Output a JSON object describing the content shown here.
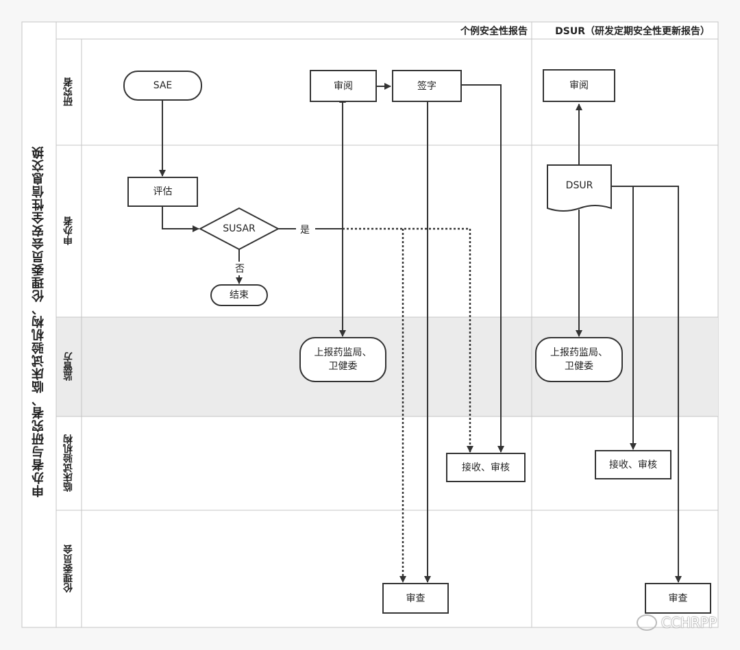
{
  "title": "申办者与研究者、临床试验机构、伦理委员会安全性信息交换",
  "columns": {
    "case_report": "个例安全性报告",
    "dsur": "DSUR（研发定期安全性更新报告）"
  },
  "lanes": {
    "researcher": "研究者",
    "sponsor": "申办者",
    "regulator": "监管方",
    "institution": "临床试验机构",
    "ethics": "伦理委员会"
  },
  "nodes": {
    "sae": "SAE",
    "assess": "评估",
    "susar": "SUSAR",
    "end": "结束",
    "review1": "审阅",
    "sign": "签字",
    "report1": "上报药监局、\n卫健委",
    "receive1": "接收、审核",
    "examine1": "审查",
    "review2": "审阅",
    "dsur_doc": "DSUR",
    "report2": "上报药监局、\n卫健委",
    "receive2": "接收、审核",
    "examine2": "审查"
  },
  "edge_labels": {
    "yes": "是",
    "no": "否"
  },
  "watermark": "CCHRPP",
  "colors": {
    "line": "#333333",
    "regulator_band": "#ebebeb",
    "border": "#bdbdbd"
  }
}
